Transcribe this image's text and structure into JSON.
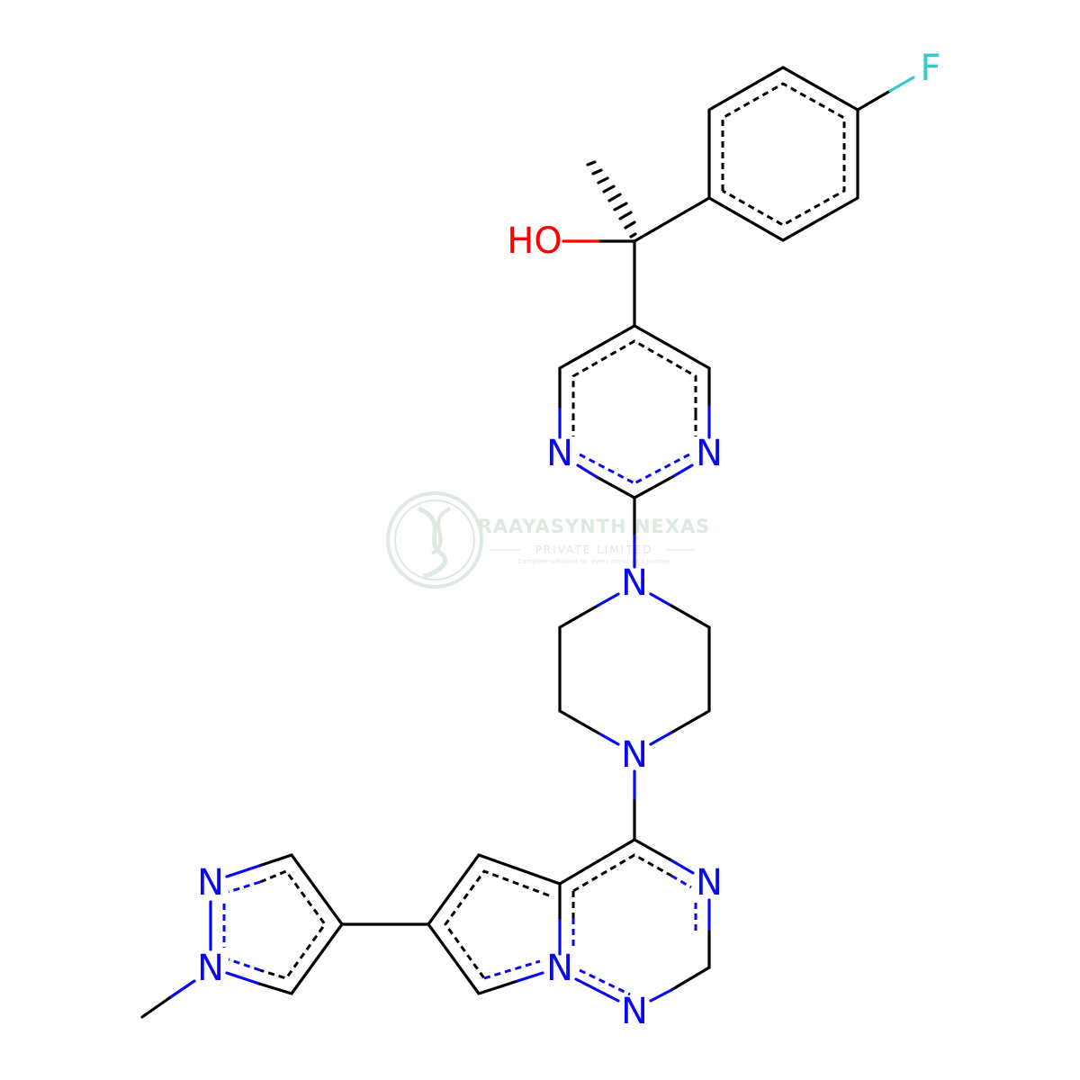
{
  "molecule": {
    "atom_labels": {
      "fluorine": "F",
      "hydroxyl": "HO",
      "pyrimidine_n_left": "N",
      "pyrimidine_n_right": "N",
      "piperazine_n_top": "N",
      "piperazine_n_bottom": "N",
      "triazine_n_right": "N",
      "triazine_n_bottom": "N",
      "bridgehead_n": "N",
      "pyrazole_n2": "N",
      "pyrazole_n1": "N"
    },
    "colors": {
      "carbon_bond": "#000000",
      "nitrogen": "#0a0af0",
      "oxygen": "#ff0000",
      "fluorine": "#33cccc"
    }
  },
  "watermark": {
    "company": "RAAYASYNTH NEXAS",
    "subtitle": "PRIVATE LIMITED",
    "tagline": "Complete solutions for every molecule's journey",
    "color": "#6b9e7a"
  }
}
